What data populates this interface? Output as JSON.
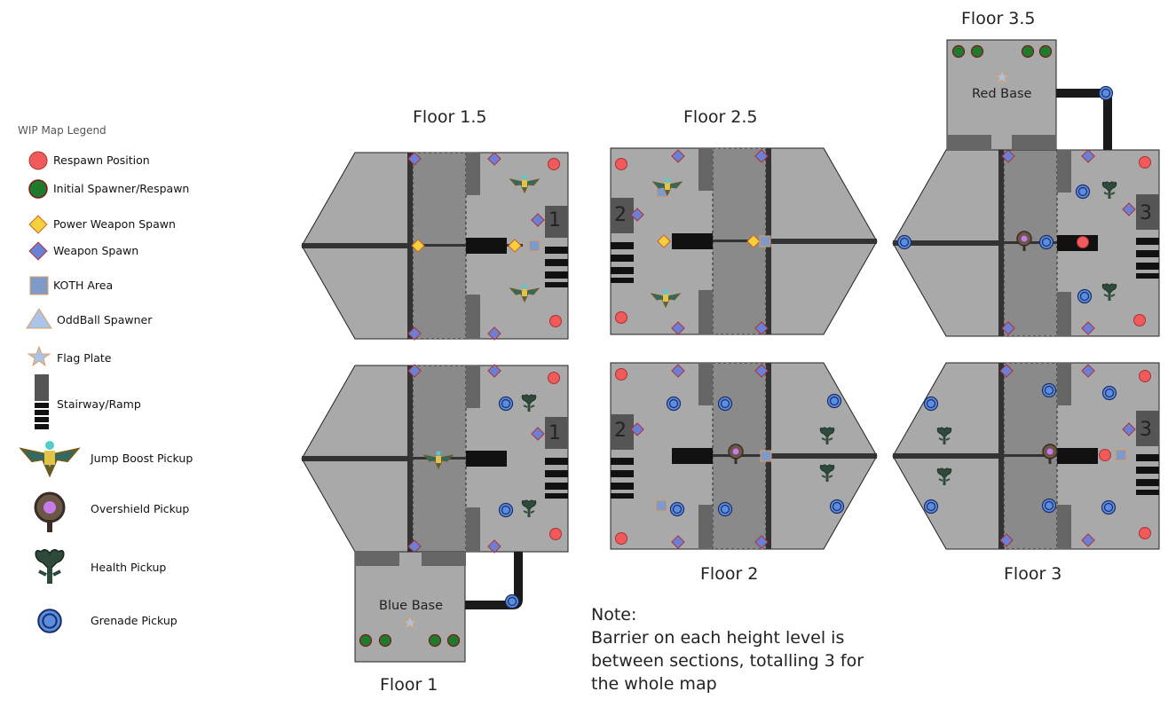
{
  "legend": {
    "title": "WIP Map Legend",
    "items": [
      {
        "label": "Respawn Position",
        "icon": "respawn-icon"
      },
      {
        "label": "Initial Spawner/Respawn",
        "icon": "initial-spawner-icon"
      },
      {
        "label": "Power Weapon Spawn",
        "icon": "power-weapon-icon"
      },
      {
        "label": "Weapon Spawn",
        "icon": "weapon-spawn-icon"
      },
      {
        "label": "KOTH Area",
        "icon": "koth-icon"
      },
      {
        "label": "OddBall Spawner",
        "icon": "oddball-icon"
      },
      {
        "label": "Flag Plate",
        "icon": "flag-plate-icon"
      },
      {
        "label": "Stairway/Ramp",
        "icon": "stairway-icon"
      },
      {
        "label": "Jump Boost Pickup",
        "icon": "jump-boost-icon"
      },
      {
        "label": "Overshield Pickup",
        "icon": "overshield-icon"
      },
      {
        "label": "Health Pickup",
        "icon": "health-icon"
      },
      {
        "label": "Grenade Pickup",
        "icon": "grenade-icon"
      }
    ]
  },
  "floors": {
    "f1_5": "Floor 1.5",
    "f2_5": "Floor 2.5",
    "f3_5": "Floor 3.5",
    "f1": "Floor 1",
    "f2": "Floor 2",
    "f3": "Floor 3"
  },
  "bases": {
    "blue": "Blue Base",
    "red": "Red Base"
  },
  "section_numbers": {
    "one": "1",
    "two": "2",
    "three": "3"
  },
  "note": {
    "heading": "Note:",
    "line1": "Barrier on each height level is",
    "line2": "between sections, totalling 3 for",
    "line3": "the whole map"
  },
  "colors": {
    "room": "#a9a9a9",
    "corridor": "#8a8a8a",
    "wall": "#333333",
    "respawn": "#f05a5a",
    "initial": "#1f7a2e",
    "power": "#f4d03f",
    "weapon": "#6a7fd6",
    "koth": "#7f99c8",
    "grenade": "#5b8de0",
    "flag": "#a9c4e8"
  }
}
